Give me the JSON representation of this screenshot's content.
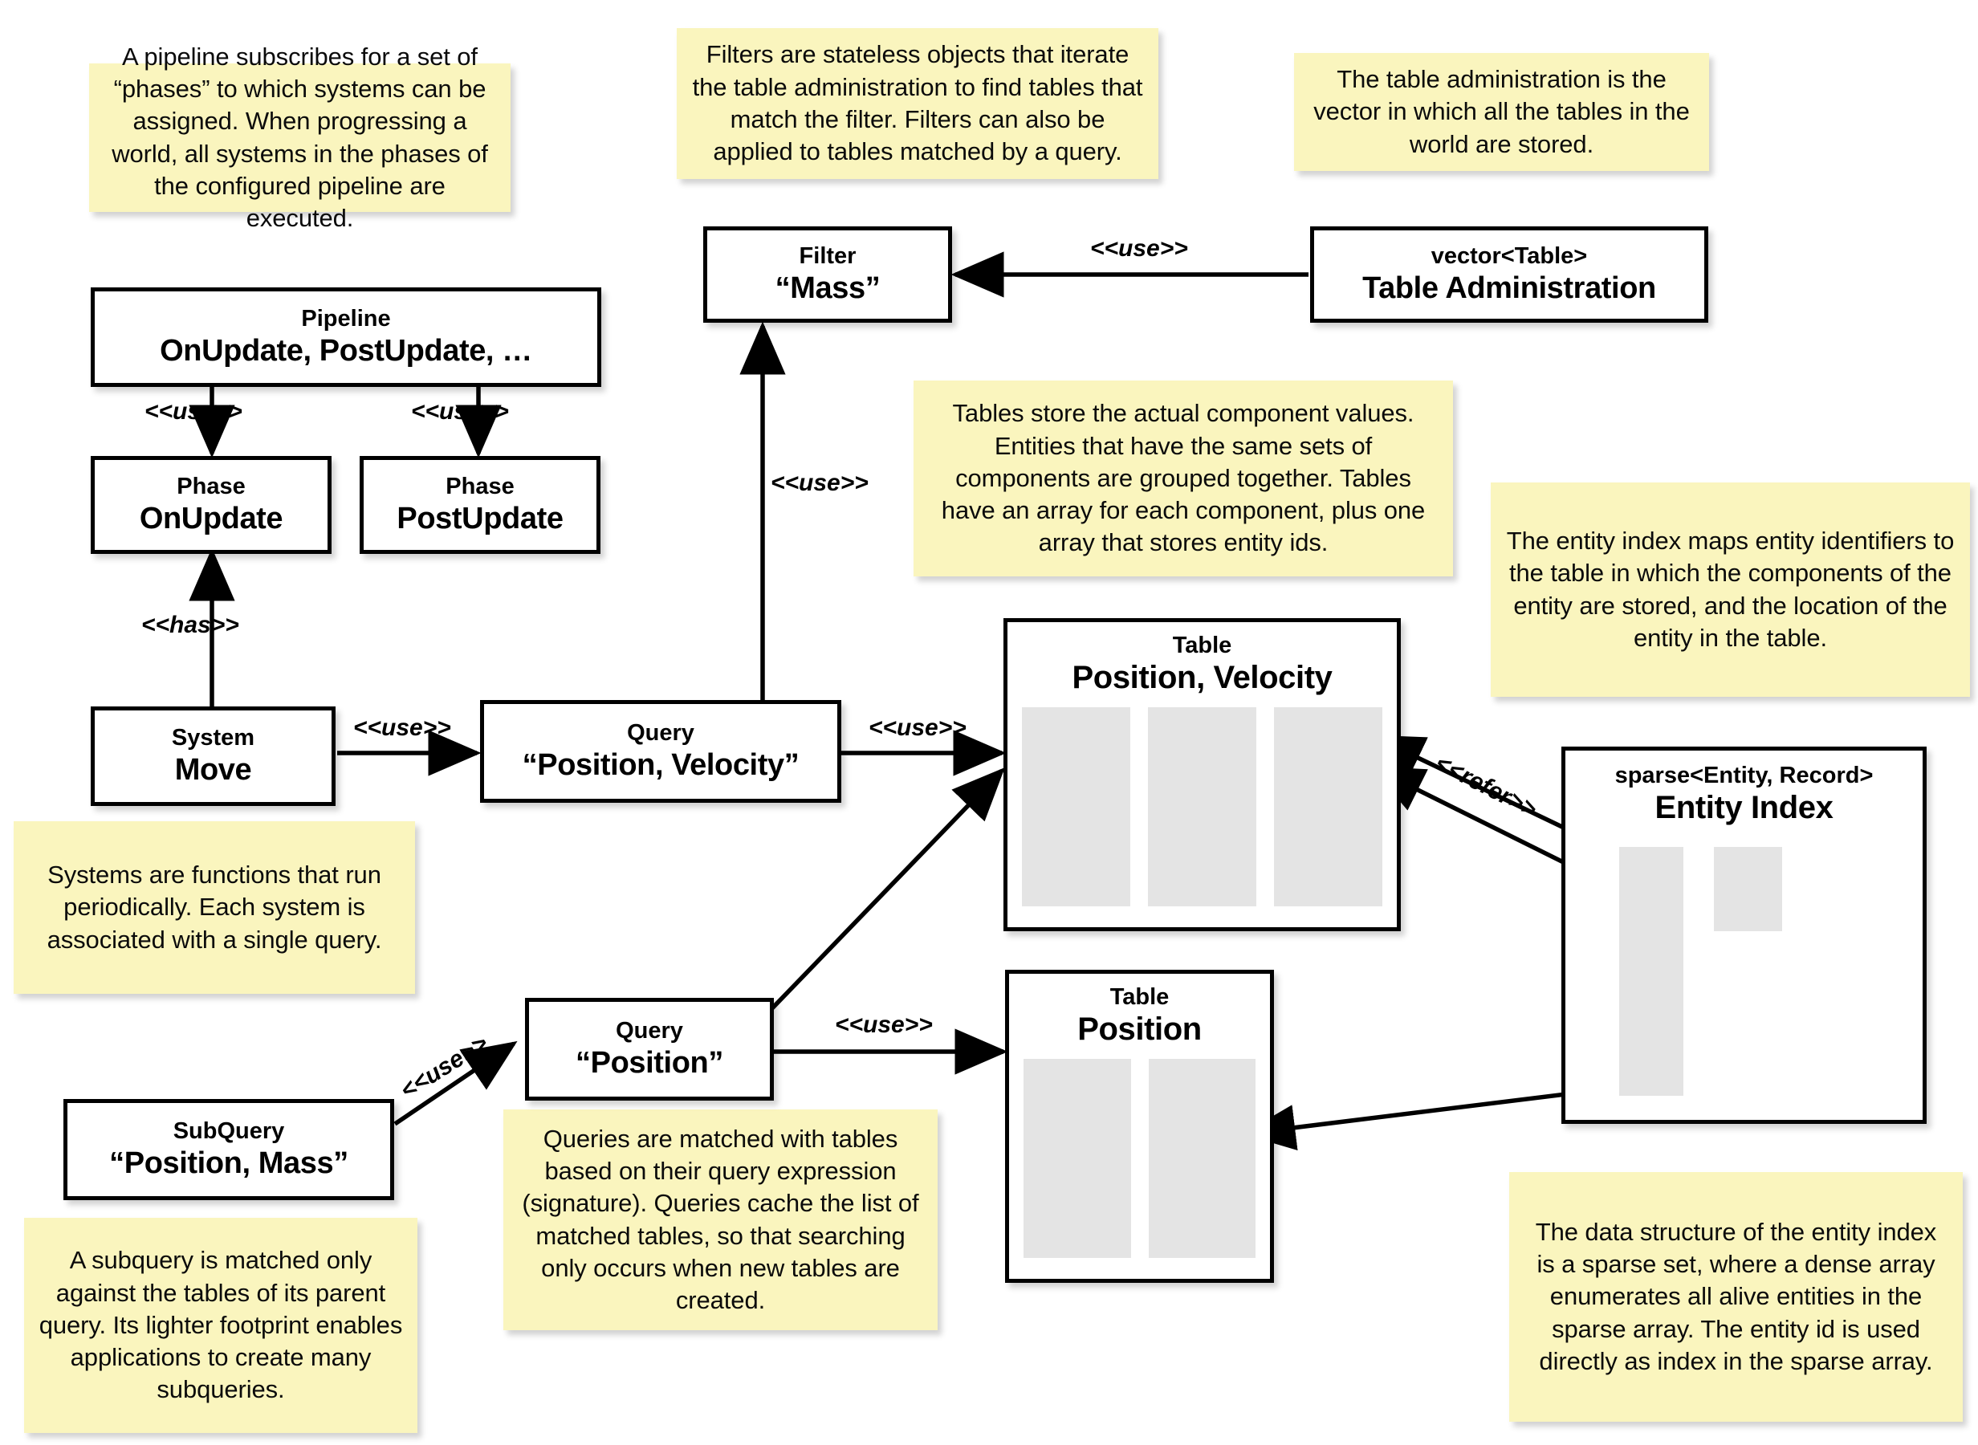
{
  "notes": [
    {
      "id": "note-pipeline",
      "text": "A pipeline subscribes for a set of “phases” to which systems can be assigned. When progressing a world, all systems in the phases of the configured pipeline are executed."
    },
    {
      "id": "note-filter",
      "text": "Filters are stateless objects that iterate the table administration to find tables that match the filter. Filters can also be applied to tables matched by a query."
    },
    {
      "id": "note-table-admin",
      "text": "The table administration is the vector in which all the tables in the world are stored."
    },
    {
      "id": "note-table",
      "text": "Tables store the actual component values. Entities that have the same sets of components are grouped together. Tables have an array for each component, plus one array that stores entity ids."
    },
    {
      "id": "note-entity-index",
      "text": "The entity index maps entity identifiers to the table in which the components of the entity are stored, and the location of the entity in the table."
    },
    {
      "id": "note-system",
      "text": "Systems are functions that run periodically. Each system is associated with a single query."
    },
    {
      "id": "note-subquery",
      "text": "A subquery is matched only against the tables of its parent query. Its lighter footprint enables applications to create many subqueries."
    },
    {
      "id": "note-query",
      "text": "Queries are matched with tables based on their query expression (signature). Queries cache the list of matched tables, so that searching only occurs when new tables are created."
    },
    {
      "id": "note-sparse-set",
      "text": "The data structure of the entity index is a sparse set, where a dense array enumerates all alive entities in the sparse array. The entity id is used directly as index in the sparse array."
    }
  ],
  "boxes": {
    "pipeline": {
      "stereotype": "Pipeline",
      "name": "OnUpdate, PostUpdate, …"
    },
    "phase_onupdate": {
      "stereotype": "Phase",
      "name": "OnUpdate"
    },
    "phase_postupdate": {
      "stereotype": "Phase",
      "name": "PostUpdate"
    },
    "system_move": {
      "stereotype": "System",
      "name": "Move"
    },
    "query_pos_vel": {
      "stereotype": "Query",
      "name": "“Position, Velocity”"
    },
    "query_pos": {
      "stereotype": "Query",
      "name": "“Position”"
    },
    "subquery": {
      "stereotype": "SubQuery",
      "name": "“Position, Mass”"
    },
    "filter_mass": {
      "stereotype": "Filter",
      "name": "“Mass”"
    },
    "table_admin": {
      "stereotype": "vector<Table>",
      "name": "Table Administration"
    },
    "table_pos_vel": {
      "stereotype": "Table",
      "name": "Position, Velocity"
    },
    "table_pos": {
      "stereotype": "Table",
      "name": "Position"
    },
    "entity_index": {
      "stereotype": "sparse<Entity, Record>",
      "name": "Entity Index"
    }
  },
  "edge_labels": {
    "pipeline_onupdate": "<<use>>",
    "pipeline_postupdate": "<<use>>",
    "system_has_phase": "<<has>>",
    "system_uses_query": "<<use>>",
    "query_uses_filter": "<<use>>",
    "query_uses_table": "<<use>>",
    "admin_uses_filter": "<<use>>",
    "subquery_uses_query": "<<use>>",
    "querypos_uses_table": "<<use>>",
    "index_refers_table": "<<refer>>"
  },
  "colors": {
    "note_background": "#FAF5BE",
    "box_border": "#000000",
    "array_fill": "#E4E4E4",
    "canvas_background": "#FFFFFF"
  }
}
